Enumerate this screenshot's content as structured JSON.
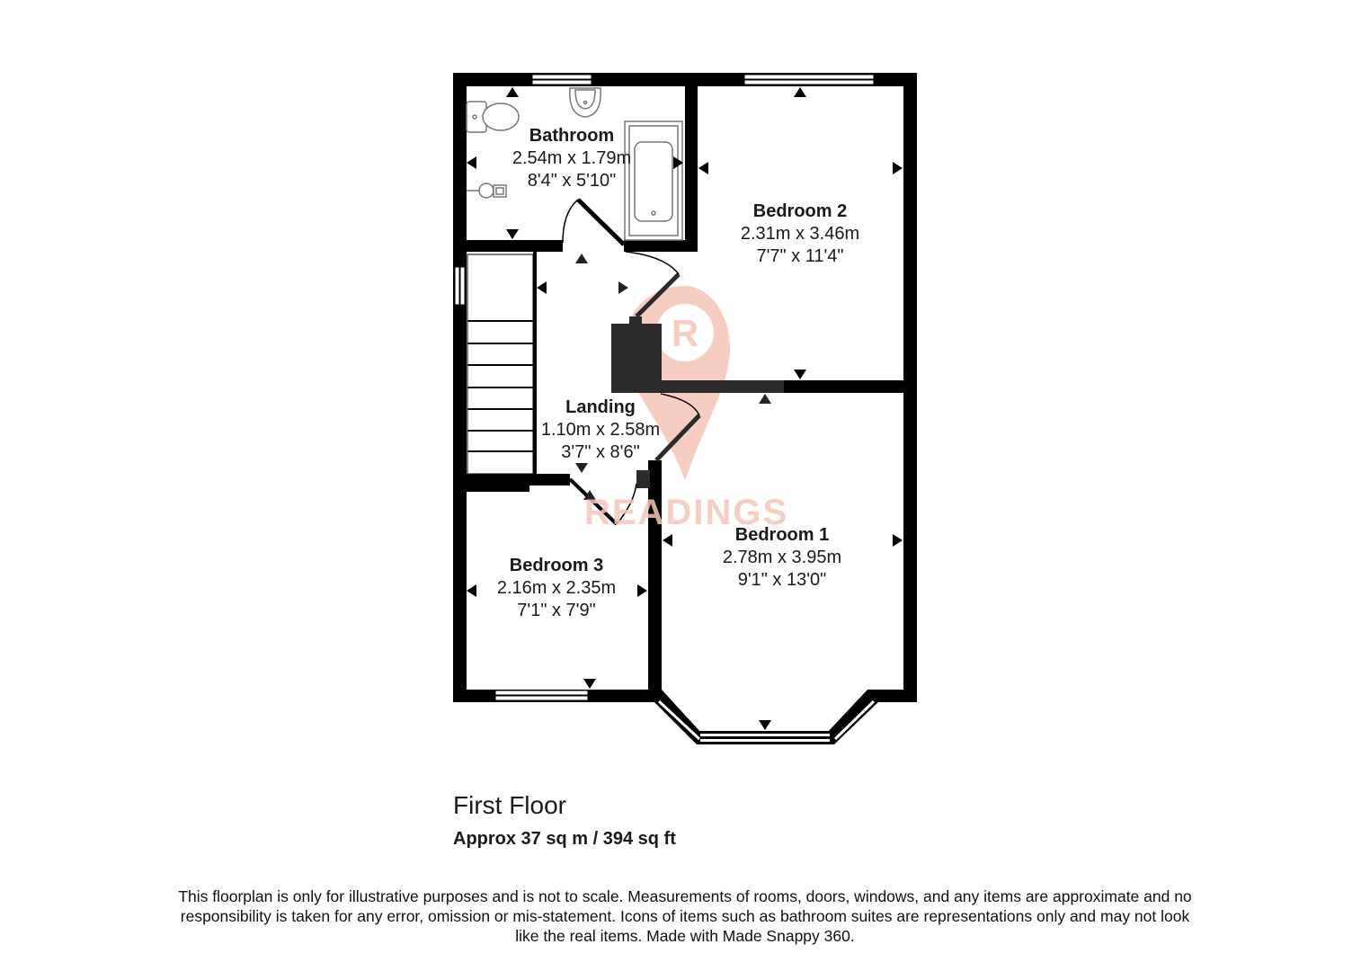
{
  "colors": {
    "wall": "#000000",
    "wall_shadow": "#2b2b2b",
    "watermark": "#f3c0b2",
    "fixture_stroke": "#7a7a7a",
    "text": "#1a1a1a"
  },
  "rooms": [
    {
      "name": "Bathroom",
      "metric": "2.54m x 1.79m",
      "imperial": "8'4\" x 5'10\""
    },
    {
      "name": "Bedroom 2",
      "metric": "2.31m x 3.46m",
      "imperial": "7'7\" x 11'4\""
    },
    {
      "name": "Landing",
      "metric": "1.10m x 2.58m",
      "imperial": "3'7\" x 8'6\""
    },
    {
      "name": "Bedroom 3",
      "metric": "2.16m x 2.35m",
      "imperial": "7'1\" x 7'9\""
    },
    {
      "name": "Bedroom 1",
      "metric": "2.78m x 3.95m",
      "imperial": "9'1\" x 13'0\""
    }
  ],
  "watermark": {
    "brand": "READINGS",
    "logo_letter": "R"
  },
  "floor": {
    "title": "First Floor",
    "area": "Approx 37 sq m / 394 sq ft"
  },
  "disclaimer": "This floorplan is only for illustrative purposes and is not to scale. Measurements of rooms, doors, windows, and any items are approximate and no responsibility is taken for any error, omission or mis-statement. Icons of items such as bathroom suites are representations only and may not look like the real items. Made with Made Snappy 360."
}
